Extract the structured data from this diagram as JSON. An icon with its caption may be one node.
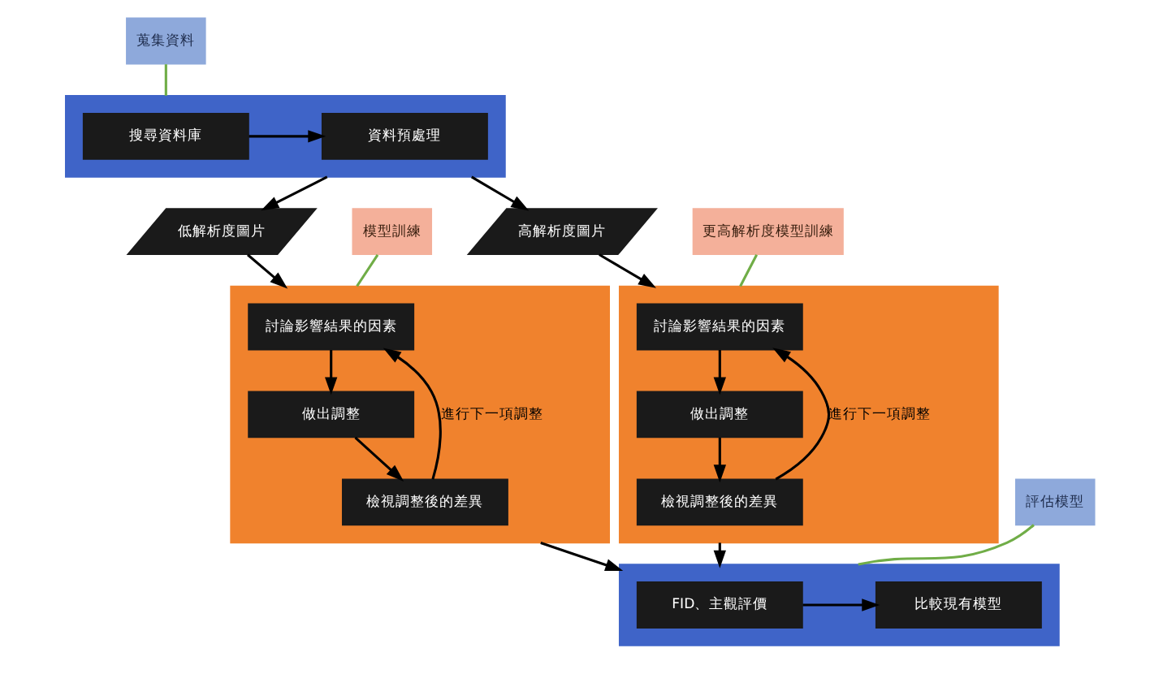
{
  "diagram": {
    "nodes": [
      {
        "text": [
          "蒐集資料"
        ]
      },
      {
        "text": [],
        "shape": "box"
      },
      {
        "text": [
          "搜尋資料庫"
        ],
        "in": 1
      },
      {
        "text": [
          "資料預處理"
        ],
        "in": 1
      },
      {
        "text": [
          "低解析度圖片"
        ]
      },
      {
        "text": [
          "高解析度圖片"
        ]
      },
      {
        "text": [
          "模型訓練"
        ]
      },
      {
        "text": [],
        "shape": "box"
      },
      {
        "text": [
          "討論影響結果的因素"
        ],
        "in": 7
      },
      {
        "text": [
          "做出調整"
        ],
        "in": 7
      },
      {
        "text": [
          "檢視調整後的差異"
        ],
        "in": 7
      },
      {
        "text": [
          "更高解析度模型訓練"
        ]
      },
      {
        "text": [],
        "shape": "box"
      },
      {
        "text": [
          "討論影響結果的因素"
        ],
        "in": 12
      },
      {
        "text": [
          "做出調整"
        ],
        "in": 12
      },
      {
        "text": [
          "檢視調整後的差異"
        ],
        "in": 12
      },
      {
        "text": [
          "評估模型"
        ]
      },
      {
        "text": [],
        "shape": "box"
      },
      {
        "text": [
          "FID、主觀評價"
        ],
        "in": 17
      },
      {
        "text": [
          "比較現有模型"
        ],
        "in": 17
      }
    ],
    "edges": [
      {
        "from": 0,
        "to": 1,
        "arrow": "none",
        "color": "#70ad47"
      },
      {
        "from": 2,
        "to": 3,
        "arrow": "to"
      },
      {
        "from": 1,
        "to": 4,
        "arrow": "to"
      },
      {
        "from": 1,
        "to": 5,
        "arrow": "to"
      },
      {
        "from": 4,
        "to": 7,
        "arrow": "to"
      },
      {
        "from": 5,
        "to": 12,
        "arrow": "to"
      },
      {
        "from": 6,
        "to": 7,
        "arrow": "none",
        "color": "#70ad47"
      },
      {
        "from": 8,
        "to": 9,
        "arrow": "to"
      },
      {
        "from": 9,
        "to": 10,
        "arrow": "to"
      },
      {
        "from": 10,
        "to": 8,
        "arrow": "to",
        "label": "進行下一項調整"
      },
      {
        "from": 11,
        "to": 12,
        "arrow": "none",
        "color": "#70ad47"
      },
      {
        "from": 13,
        "to": 14,
        "arrow": "to"
      },
      {
        "from": 14,
        "to": 15,
        "arrow": "to"
      },
      {
        "from": 15,
        "to": 13,
        "arrow": "to",
        "label": "進行下一項調整"
      },
      {
        "from": 7,
        "to": 17,
        "arrow": "to"
      },
      {
        "from": 12,
        "to": 17,
        "arrow": "to"
      },
      {
        "from": 16,
        "to": 17,
        "arrow": "none",
        "color": "#70ad47"
      },
      {
        "from": 18,
        "to": 19,
        "arrow": "to"
      }
    ]
  }
}
